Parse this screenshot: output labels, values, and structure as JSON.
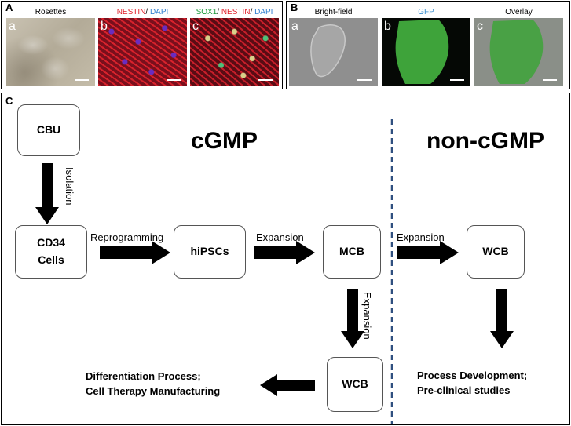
{
  "panel_a": {
    "letter": "A",
    "tiles": [
      {
        "letter": "a",
        "title": "Rosettes"
      },
      {
        "letter": "b",
        "title_parts": [
          {
            "text": "NESTIN",
            "color": "#e0202a"
          },
          {
            "text": "/ ",
            "color": "#000000"
          },
          {
            "text": "DAPI",
            "color": "#2f7fd0"
          }
        ]
      },
      {
        "letter": "c",
        "title_parts": [
          {
            "text": "SOX1",
            "color": "#1a9a3a"
          },
          {
            "text": "/ ",
            "color": "#000000"
          },
          {
            "text": "NESTIN",
            "color": "#e0202a"
          },
          {
            "text": "/ ",
            "color": "#000000"
          },
          {
            "text": "DAPI",
            "color": "#2f7fd0"
          }
        ]
      }
    ]
  },
  "panel_b": {
    "letter": "B",
    "tiles": [
      {
        "letter": "a",
        "title": "Bright-field",
        "title_color": "#000000"
      },
      {
        "letter": "b",
        "title": "GFP",
        "title_color": "#3a8fcf"
      },
      {
        "letter": "c",
        "title": "Overlay",
        "title_color": "#000000"
      }
    ]
  },
  "panel_c": {
    "letter": "C",
    "headings": {
      "left": "cGMP",
      "right": "non-cGMP"
    },
    "boxes": {
      "cbu": "CBU",
      "cd34_line1": "CD34",
      "cd34_line2": "Cells",
      "hipscs": "hiPSCs",
      "mcb": "MCB",
      "wcb_right": "WCB",
      "wcb_bottom": "WCB"
    },
    "arrow_labels": {
      "isolation": "Isolation",
      "reprogramming": "Reprogramming",
      "expansion_1": "Expansion",
      "expansion_2": "Expansion",
      "expansion_3": "Expansion"
    },
    "outcomes": {
      "left_line1": "Differentiation Process;",
      "left_line2": "Cell Therapy Manufacturing",
      "right_line1": "Process Development;",
      "right_line2": "Pre-clinical studies"
    }
  },
  "colors": {
    "divider": "#2f4f7f",
    "arrow": "#000000"
  }
}
